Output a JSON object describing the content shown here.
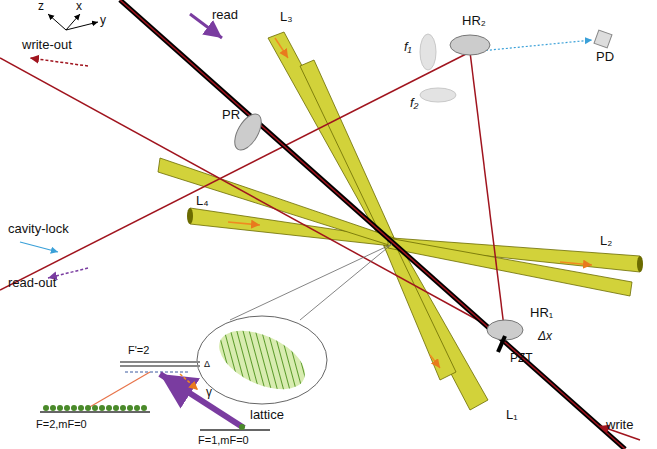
{
  "diagram": {
    "labels": [
      "z",
      "x",
      "y",
      "write-out",
      "read",
      "L₃",
      "PR",
      "HR₂",
      "f₁",
      "f₂",
      "PD",
      "cavity-lock",
      "read-out",
      "L₄",
      "L₂",
      "HR₁",
      "Δx",
      "PZT",
      "L₁",
      "lattice",
      "write",
      "F'=2",
      "Δ",
      "γ",
      "F=2,mF=0",
      "F=1,mF=0"
    ]
  }
}
